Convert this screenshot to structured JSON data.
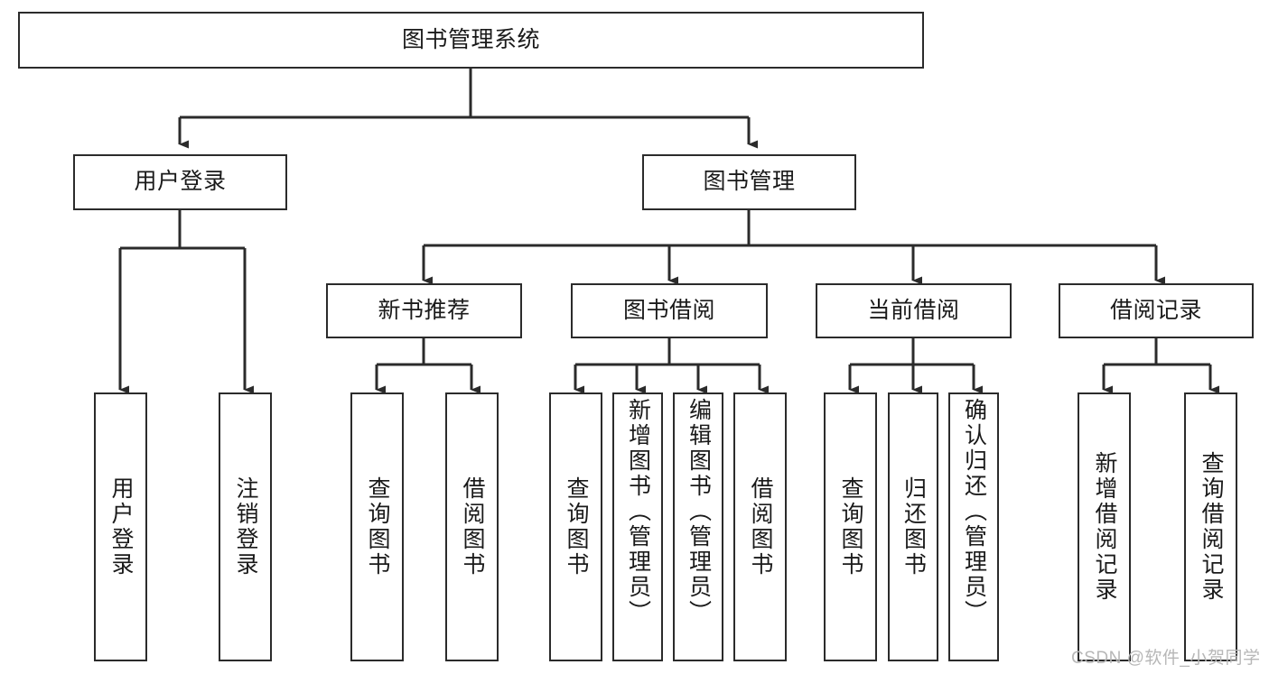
{
  "diagram": {
    "type": "tree-hierarchy",
    "title": "图书管理系统",
    "watermark": "CSDN @软件_小贺同学",
    "colors": {
      "stroke": "#2b2b2b",
      "fill": "#ffffff",
      "text": "#1a1a1a",
      "watermark": "#b7b7b7"
    },
    "nodes": {
      "root": {
        "label": "图书管理系统"
      },
      "level2": [
        {
          "id": "user-login",
          "label": "用户登录"
        },
        {
          "id": "book-manage",
          "label": "图书管理"
        }
      ],
      "level3": [
        {
          "id": "new-book-rec",
          "label": "新书推荐"
        },
        {
          "id": "book-borrow",
          "label": "图书借阅"
        },
        {
          "id": "current-borrow",
          "label": "当前借阅"
        },
        {
          "id": "borrow-record",
          "label": "借阅记录"
        }
      ],
      "leaves": {
        "user_login": [
          {
            "id": "leaf-user-login",
            "label": "用户登录"
          },
          {
            "id": "leaf-logout-login",
            "label": "注销登录"
          }
        ],
        "new_book_rec": [
          {
            "id": "leaf-query-book-1",
            "label": "查询图书"
          },
          {
            "id": "leaf-borrow-book-1",
            "label": "借阅图书"
          }
        ],
        "book_borrow": [
          {
            "id": "leaf-query-book-2",
            "label": "查询图书"
          },
          {
            "id": "leaf-add-book",
            "label": "新增图书（管理员）"
          },
          {
            "id": "leaf-edit-book",
            "label": "编辑图书（管理员）"
          },
          {
            "id": "leaf-borrow-book-2",
            "label": "借阅图书"
          }
        ],
        "current_borrow": [
          {
            "id": "leaf-query-book-3",
            "label": "查询图书"
          },
          {
            "id": "leaf-return-book",
            "label": "归还图书"
          },
          {
            "id": "leaf-confirm-return",
            "label": "确认归还（管理员）"
          }
        ],
        "borrow_record": [
          {
            "id": "leaf-add-record",
            "label": "新增借阅记录"
          },
          {
            "id": "leaf-query-record",
            "label": "查询借阅记录"
          }
        ]
      }
    }
  }
}
